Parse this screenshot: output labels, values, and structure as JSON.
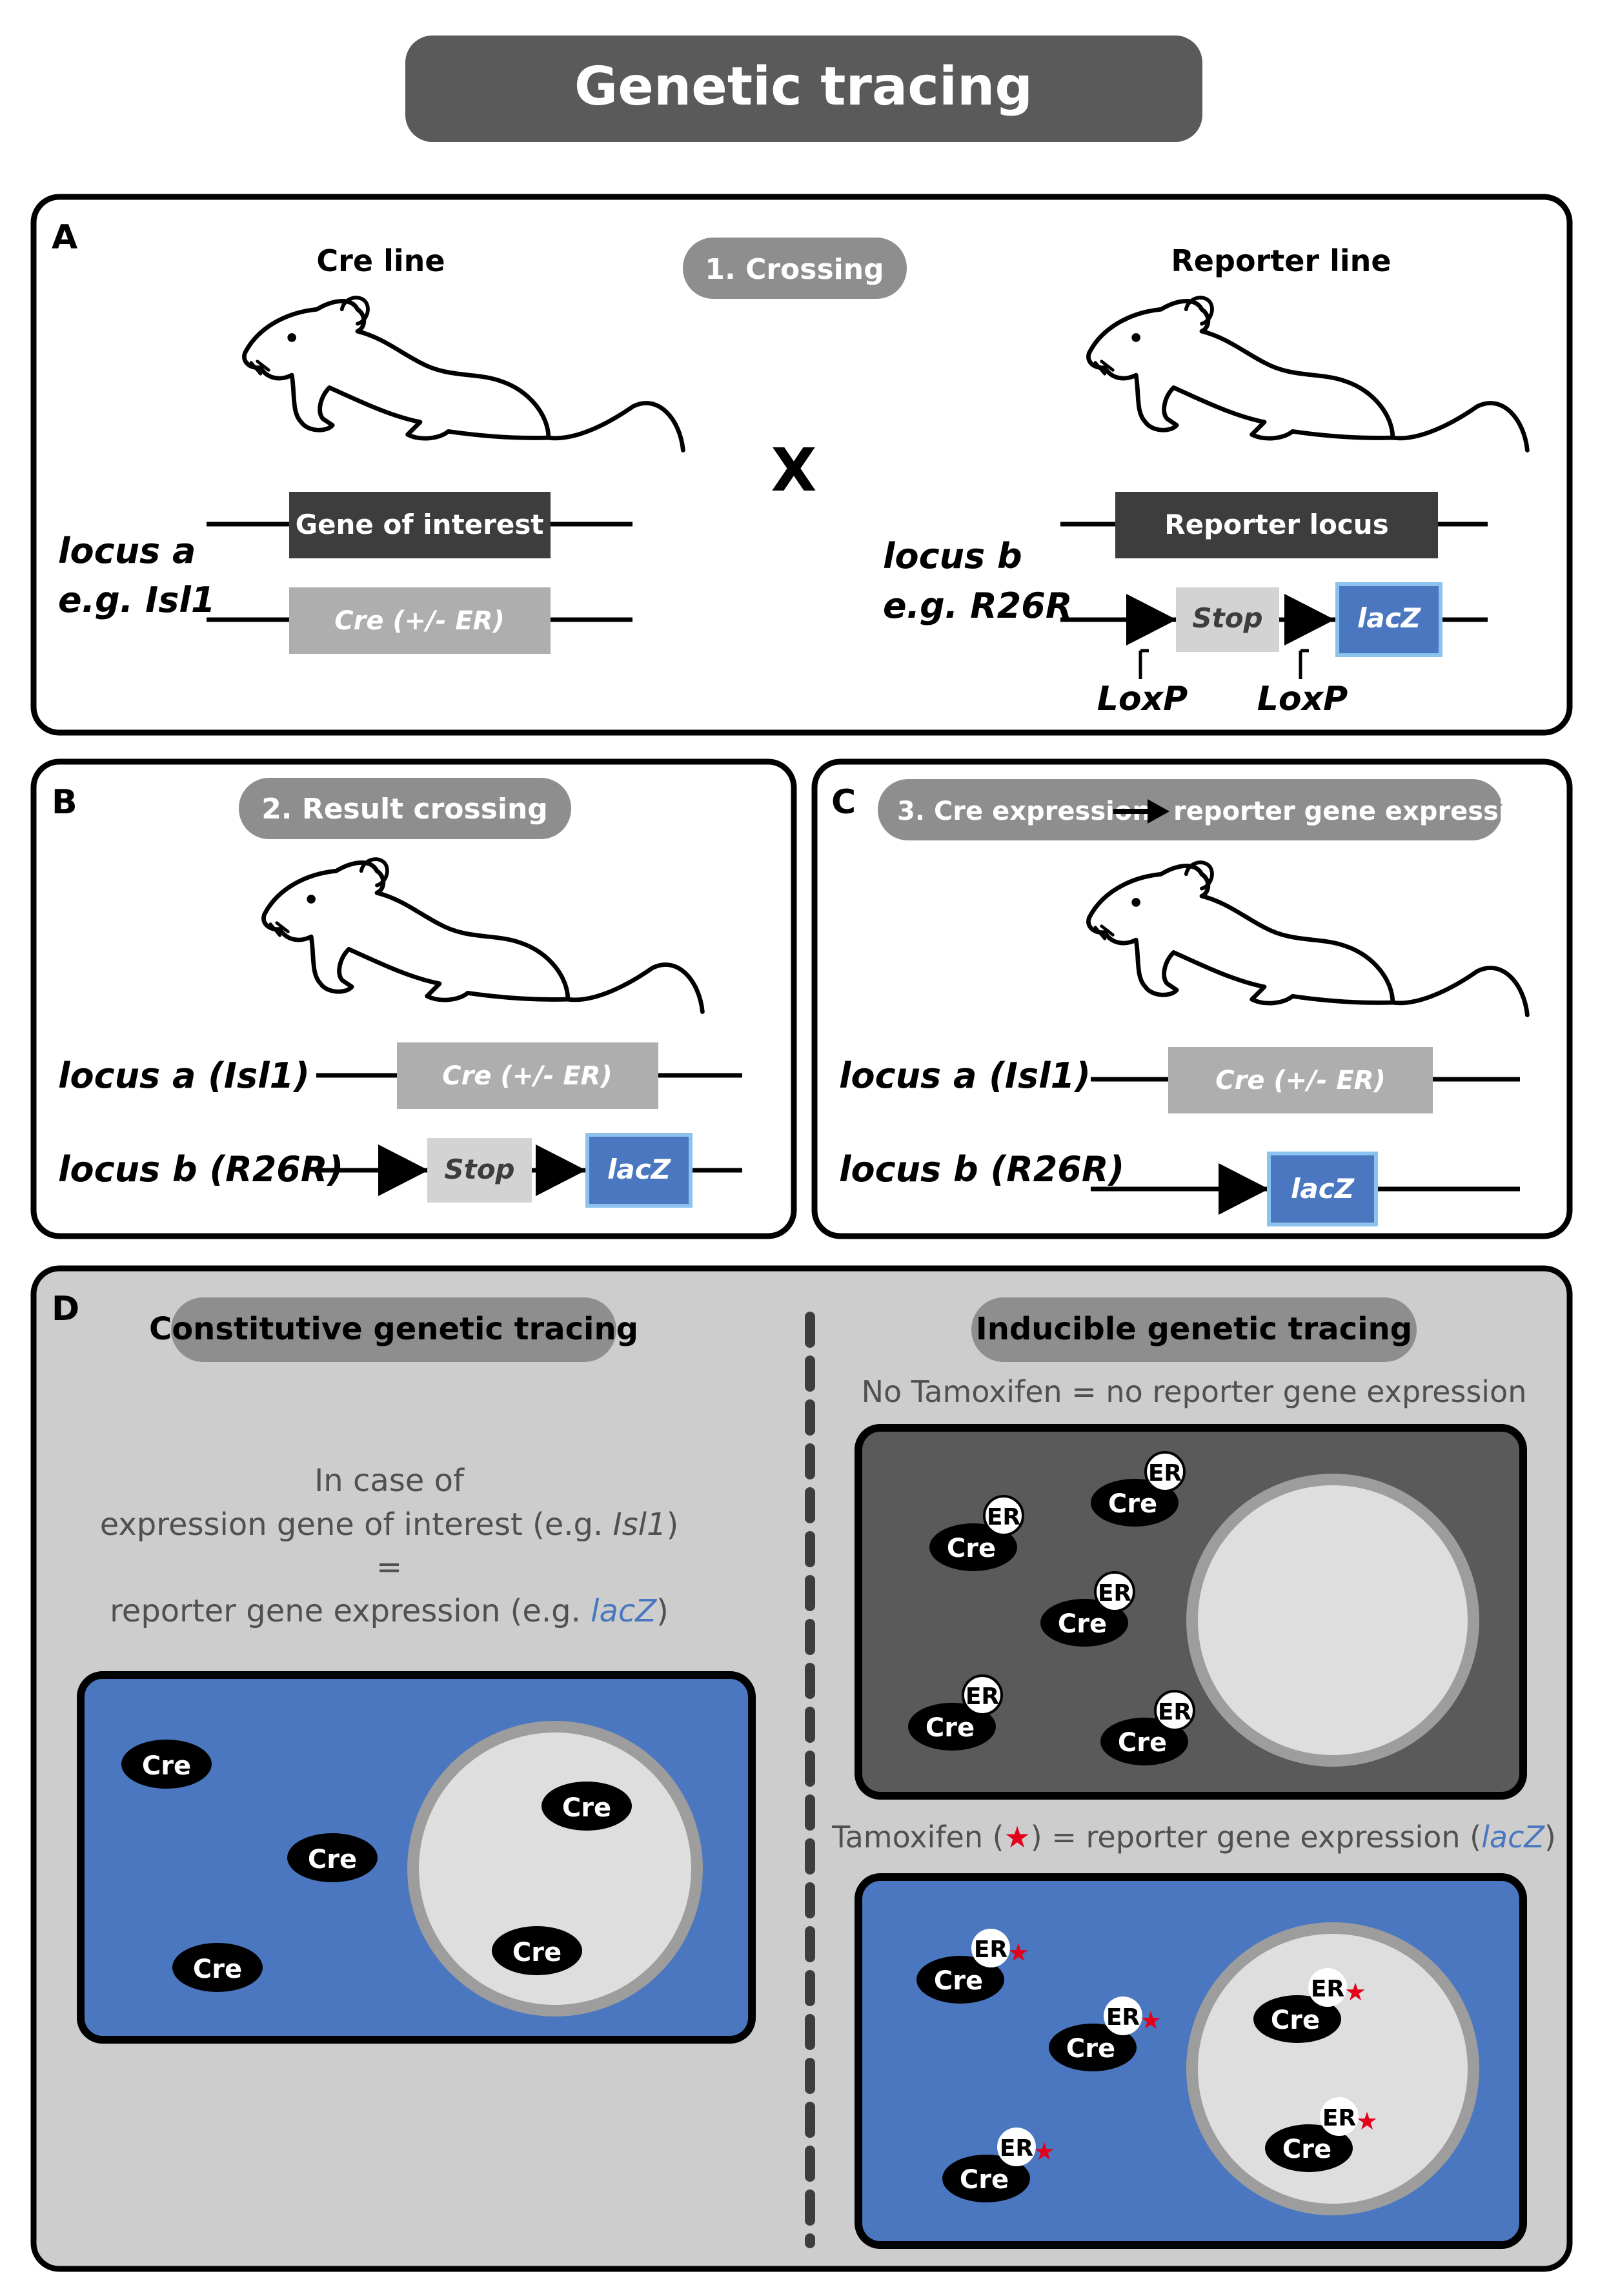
{
  "title": "Genetic tracing",
  "colors": {
    "dark_gray": "#3d3d3d",
    "mid_gray": "#8e8e8e",
    "light_gray": "#aeaeae",
    "stop_gray": "#d3d3d3",
    "lacz_blue": "#4a77bf",
    "lacz_border": "#8cc3ee",
    "panel_d_bg": "#cdcdcd",
    "cell_dark": "#5a5a5a",
    "nucleus": "#dedede",
    "nucleus_ring": "#9d9d9d",
    "tamoxifen_star": "#e4001b",
    "text_gray": "#505050",
    "lacz_text": "#4a77bf"
  },
  "panel_a": {
    "letter": "A",
    "step_label": "1. Crossing",
    "cross_symbol": "X",
    "cre_line": {
      "label": "Cre line",
      "locus_name": "locus a",
      "locus_example": "e.g. Isl1",
      "gene_box": "Gene of interest",
      "cre_box": "Cre (+/- ER)"
    },
    "reporter_line": {
      "label": "Reporter line",
      "locus_name": "locus b",
      "locus_example": "e.g. R26R",
      "reporter_box": "Reporter locus",
      "stop_box": "Stop",
      "lacz_box": "lacZ",
      "loxp_1": "LoxP",
      "loxp_2": "LoxP"
    }
  },
  "panel_b": {
    "letter": "B",
    "step_label": "2. Result crossing",
    "locus_a": "locus a (Isl1)",
    "locus_b": "locus b (R26R)",
    "cre_box": "Cre (+/- ER)",
    "stop_box": "Stop",
    "lacz_box": "lacZ"
  },
  "panel_c": {
    "letter": "C",
    "step_label_1": "3. Cre expression",
    "step_label_2": "reporter gene expression",
    "locus_a": "locus a (Isl1)",
    "locus_b": "locus b (R26R)",
    "cre_box": "Cre (+/- ER)",
    "lacz_box": "lacZ"
  },
  "panel_d": {
    "letter": "D",
    "constitutive": {
      "label": "Constitutive genetic tracing",
      "line_1": "In case of",
      "line_2a": "expression gene of interest (e.g. ",
      "line_2b": "Isl1",
      "line_2c": ")",
      "line_3": "=",
      "line_4a": "reporter gene expression (e.g. ",
      "line_4b": "lacZ",
      "line_4c": ")",
      "cre_label": "Cre"
    },
    "inducible": {
      "label": "Inducible genetic tracing",
      "no_tamoxifen": "No Tamoxifen = no reporter gene expression",
      "tam_a": "Tamoxifen (",
      "tam_star": "★",
      "tam_b": ") = reporter gene expression (",
      "tam_lacz": "lacZ",
      "tam_c": ")",
      "cre_label": "Cre",
      "er_label": "ER",
      "star": "★"
    }
  }
}
